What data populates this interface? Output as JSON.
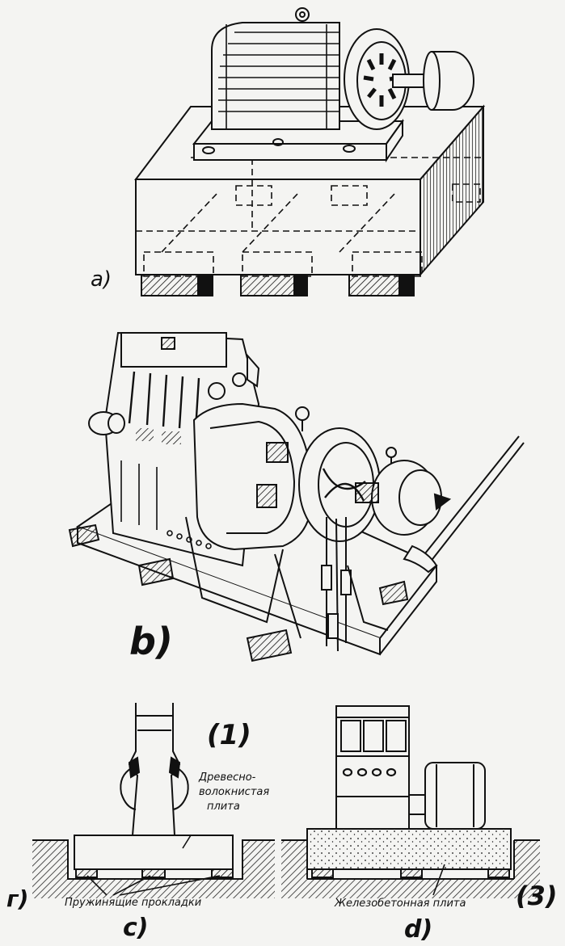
{
  "figure": {
    "a": {
      "label": "a)"
    },
    "b": {
      "label": "b)"
    },
    "c": {
      "label_ru": "г)",
      "label_hand": "c)",
      "number_hand": "(1)",
      "board_label": [
        "Древесно-",
        "волокнистая",
        "плита"
      ],
      "pads_label": "Пружинящие прокладки"
    },
    "d": {
      "label_hand": "d)",
      "number_hand": "(3)",
      "slab_label": "Железобетонная плита"
    }
  },
  "colors": {
    "ink": "#111111",
    "paper": "#f4f4f2"
  }
}
